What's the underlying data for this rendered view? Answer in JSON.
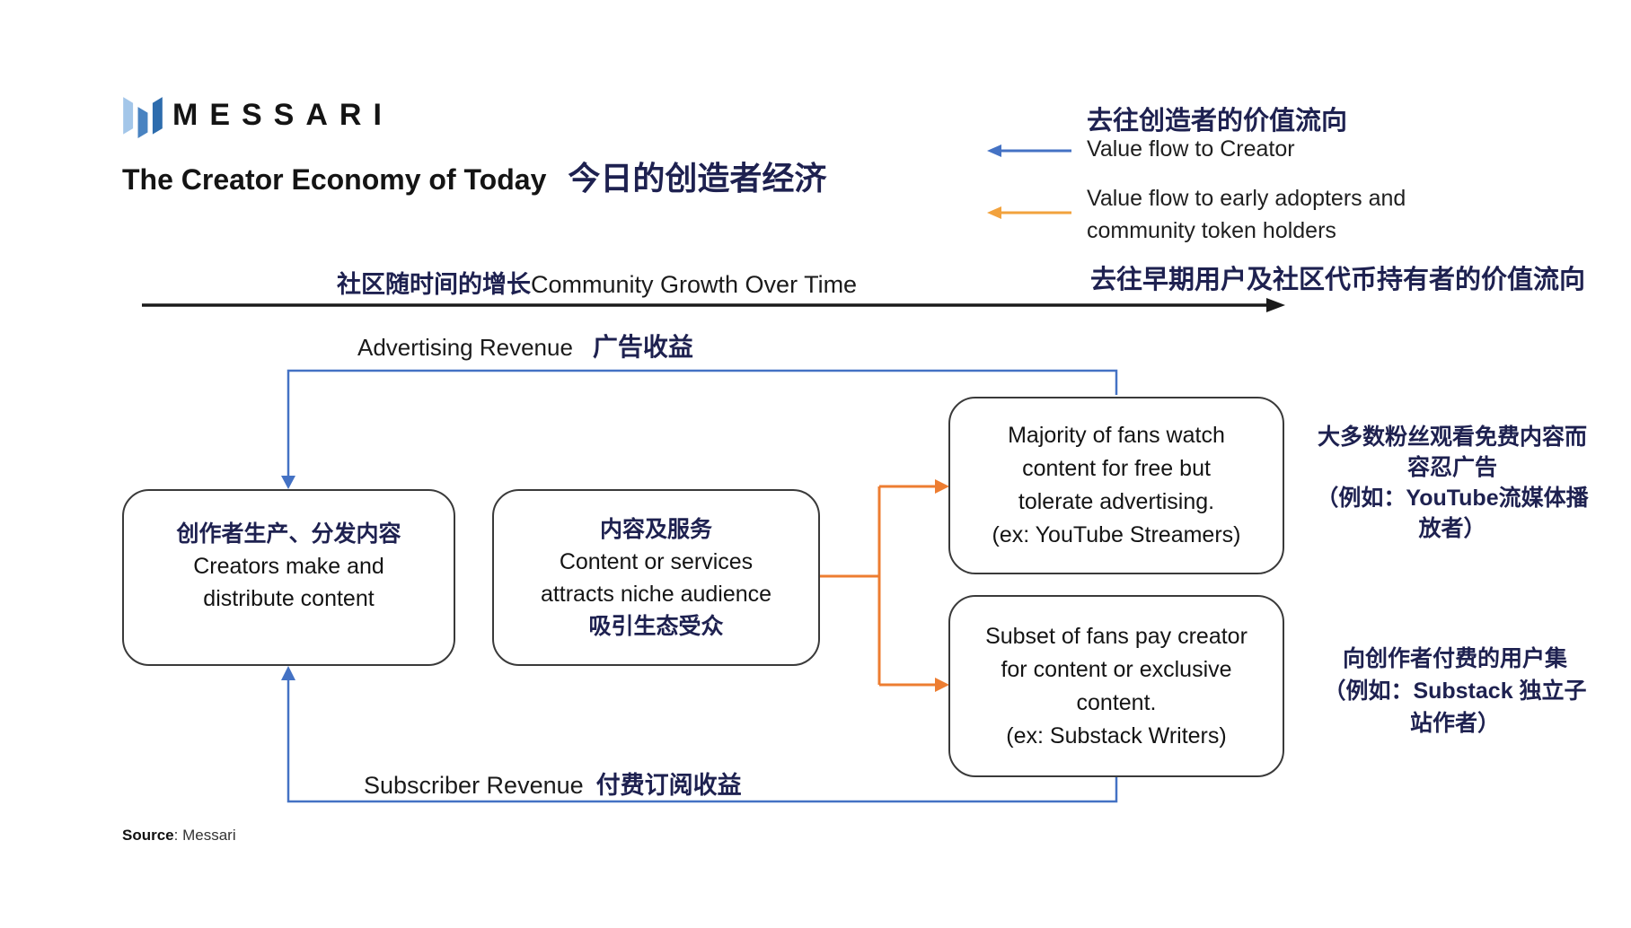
{
  "colors": {
    "flow_blue": "#4472C4",
    "legend_orange": "#F2A23D",
    "connector_orange": "#ED7D31",
    "growth_black": "#1A1A1A",
    "navy": "#1E2150",
    "text_black": "#141414",
    "box_border": "#3A3A3A",
    "logo_light_blue": "#A3C6E9",
    "logo_mid_blue": "#4983C1",
    "logo_dark_blue": "#2D6CAD"
  },
  "header": {
    "logo_text": "MESSARI",
    "title_en": "The Creator Economy of Today",
    "title_zh": "今日的创造者经济"
  },
  "legend": {
    "creator_zh": "去往创造者的价值流向",
    "creator_en": "Value flow to Creator",
    "early_en_line1": "Value flow to early adopters and",
    "early_en_line2": "community token holders",
    "early_zh": "去往早期用户及社区代币持有者的价值流向"
  },
  "axis": {
    "growth_zh": "社区随时间的增长",
    "growth_en": "Community Growth Over Time"
  },
  "flows": {
    "advertising_en": "Advertising Revenue",
    "advertising_zh": "广告收益",
    "subscriber_en": "Subscriber Revenue",
    "subscriber_zh": "付费订阅收益"
  },
  "boxes": {
    "creators": {
      "line1_zh": "创作者生产、分发内容",
      "line2_en": "Creators make and",
      "line3_en": "distribute content"
    },
    "content": {
      "line1_zh": "内容及服务",
      "line2_en": "Content or services",
      "line3_en": "attracts niche audience",
      "line4_zh": "吸引生态受众"
    },
    "fans_free": {
      "line1": "Majority of fans watch",
      "line2": "content for free but",
      "line3": "tolerate advertising.",
      "line4": "(ex: YouTube Streamers)"
    },
    "fans_pay": {
      "line1": "Subset of fans pay creator",
      "line2": "for content or exclusive",
      "line3": "content.",
      "line4": "(ex: Substack Writers)"
    }
  },
  "annotations": {
    "fans_free_zh": {
      "line1": "大多数粉丝观看免费内容而",
      "line2": "容忍广告",
      "line3": "（例如：YouTube流媒体播",
      "line4": "放者）"
    },
    "fans_pay_zh": {
      "line1": "向创作者付费的用户集",
      "line2": "（例如：Substack 独立子",
      "line3": "站作者）"
    }
  },
  "footer": {
    "source_label": "Source",
    "source_value": ": Messari"
  }
}
